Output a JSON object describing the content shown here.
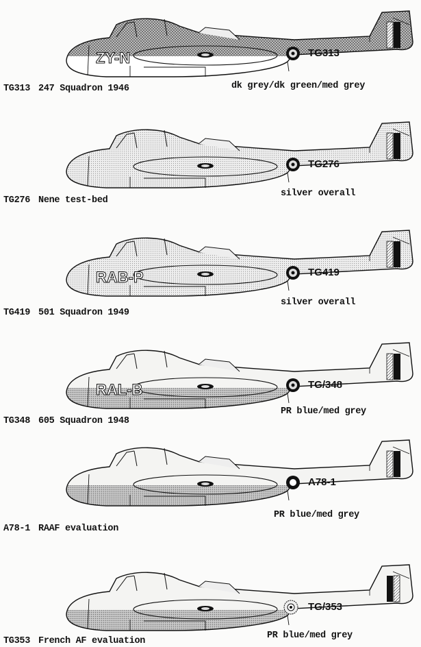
{
  "profiles": [
    {
      "serial": "TG313",
      "unit": "247 Squadron 1946",
      "scheme": "dk grey/dk green/med grey",
      "fuselage_code": "ZY-N",
      "tail_code": "TG313",
      "finish": "camouflage",
      "roundel": "full"
    },
    {
      "serial": "TG276",
      "unit": "Nene test-bed",
      "scheme": "silver overall",
      "fuselage_code": "",
      "tail_code": "TG276",
      "finish": "silver",
      "roundel": "full"
    },
    {
      "serial": "TG419",
      "unit": "501 Squadron 1949",
      "scheme": "silver overall",
      "fuselage_code": "RAB-P",
      "tail_code": "TG419",
      "finish": "silver",
      "roundel": "full"
    },
    {
      "serial": "TG348",
      "unit": "605 Squadron 1948",
      "scheme": "PR blue/med grey",
      "fuselage_code": "RAL-B",
      "tail_code": "TG/348",
      "finish": "pr-blue",
      "roundel": "full"
    },
    {
      "serial": "A78-1",
      "unit": "RAAF evaluation",
      "scheme": "PR blue/med grey",
      "fuselage_code": "",
      "tail_code": "A78-1",
      "finish": "pr-blue",
      "roundel": "ring"
    },
    {
      "serial": "TG353",
      "unit": "French AF evaluation",
      "scheme": "PR blue/med grey",
      "fuselage_code": "",
      "tail_code": "TG/353",
      "finish": "pr-blue",
      "roundel": "french"
    }
  ],
  "colors": {
    "ink": "#111111",
    "paper": "#fbfbfa",
    "stipple": "#d6d6d6",
    "dark_stipple": "#a9a9a9"
  }
}
